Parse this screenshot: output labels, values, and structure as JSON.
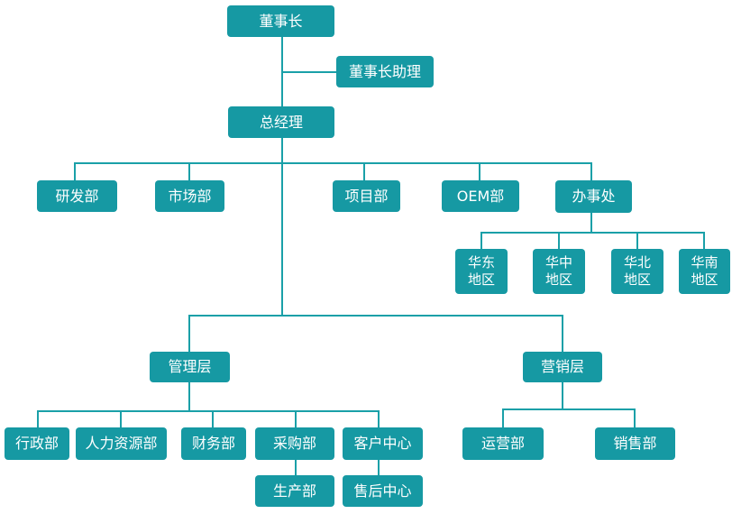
{
  "org_chart": {
    "nodes": {
      "chairman": "董事长",
      "chairman_assistant": "董事长助理",
      "general_manager": "总经理",
      "rd": "研发部",
      "marketing": "市场部",
      "project": "项目部",
      "oem": "OEM部",
      "office": "办事处",
      "region_east": [
        "华东",
        "地区"
      ],
      "region_central": [
        "华中",
        "地区"
      ],
      "region_north": [
        "华北",
        "地区"
      ],
      "region_south": [
        "华南",
        "地区"
      ],
      "management": "管理层",
      "sales_layer": "营销层",
      "admin": "行政部",
      "hr": "人力资源部",
      "finance": "财务部",
      "procurement": "采购部",
      "customer_center": "客户中心",
      "production": "生产部",
      "after_sales": "售后中心",
      "operations": "运营部",
      "sales": "销售部"
    }
  },
  "colors": {
    "node_fill": "#1699a3",
    "line": "#1aa0a8",
    "text": "#ffffff"
  }
}
